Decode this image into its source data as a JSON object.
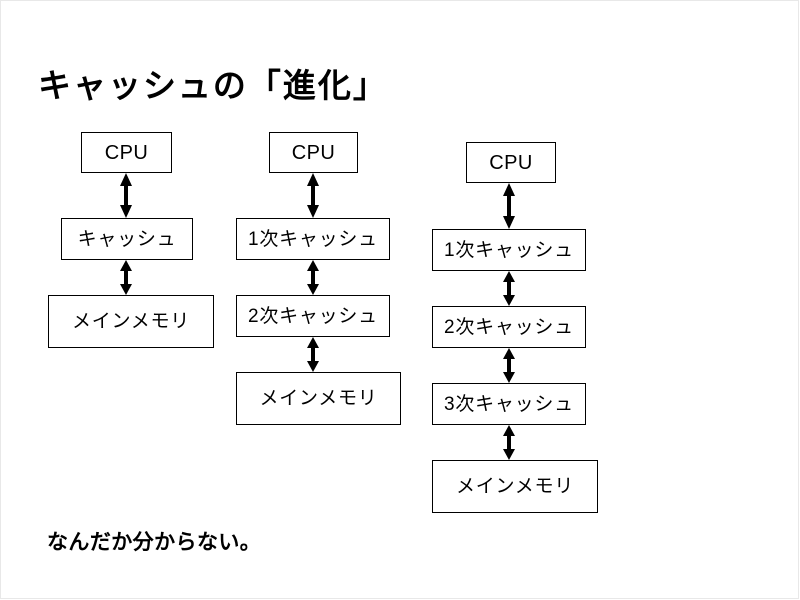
{
  "slide": {
    "title": "キャッシュの「進化」",
    "caption": "なんだか分からない。",
    "background_color": "#ffffff",
    "text_color": "#000000",
    "box_border_color": "#000000",
    "arrow_color": "#000000"
  },
  "diagram": {
    "type": "block-hierarchy",
    "description": "Three memory hierarchy stacks showing the evolution of CPU cache levels, each stage connected by bidirectional arrows.",
    "columns": [
      {
        "id": "column-1",
        "nodes": [
          {
            "id": "c1-cpu",
            "label": "CPU",
            "script": "latin"
          },
          {
            "id": "c1-cache",
            "label": "キャッシュ",
            "script": "japanese"
          },
          {
            "id": "c1-mem",
            "label": "メインメモリ",
            "script": "japanese"
          }
        ],
        "connectors": [
          "bidirectional",
          "bidirectional"
        ]
      },
      {
        "id": "column-2",
        "nodes": [
          {
            "id": "c2-cpu",
            "label": "CPU",
            "script": "latin"
          },
          {
            "id": "c2-l1",
            "label": "1次キャッシュ",
            "script": "japanese"
          },
          {
            "id": "c2-l2",
            "label": "2次キャッシュ",
            "script": "japanese"
          },
          {
            "id": "c2-mem",
            "label": "メインメモリ",
            "script": "japanese"
          }
        ],
        "connectors": [
          "bidirectional",
          "bidirectional",
          "bidirectional"
        ]
      },
      {
        "id": "column-3",
        "nodes": [
          {
            "id": "c3-cpu",
            "label": "CPU",
            "script": "latin"
          },
          {
            "id": "c3-l1",
            "label": "1次キャッシュ",
            "script": "japanese"
          },
          {
            "id": "c3-l2",
            "label": "2次キャッシュ",
            "script": "japanese"
          },
          {
            "id": "c3-l3",
            "label": "3次キャッシュ",
            "script": "japanese"
          },
          {
            "id": "c3-mem",
            "label": "メインメモリ",
            "script": "japanese"
          }
        ],
        "connectors": [
          "bidirectional",
          "bidirectional",
          "bidirectional",
          "bidirectional"
        ]
      }
    ]
  }
}
